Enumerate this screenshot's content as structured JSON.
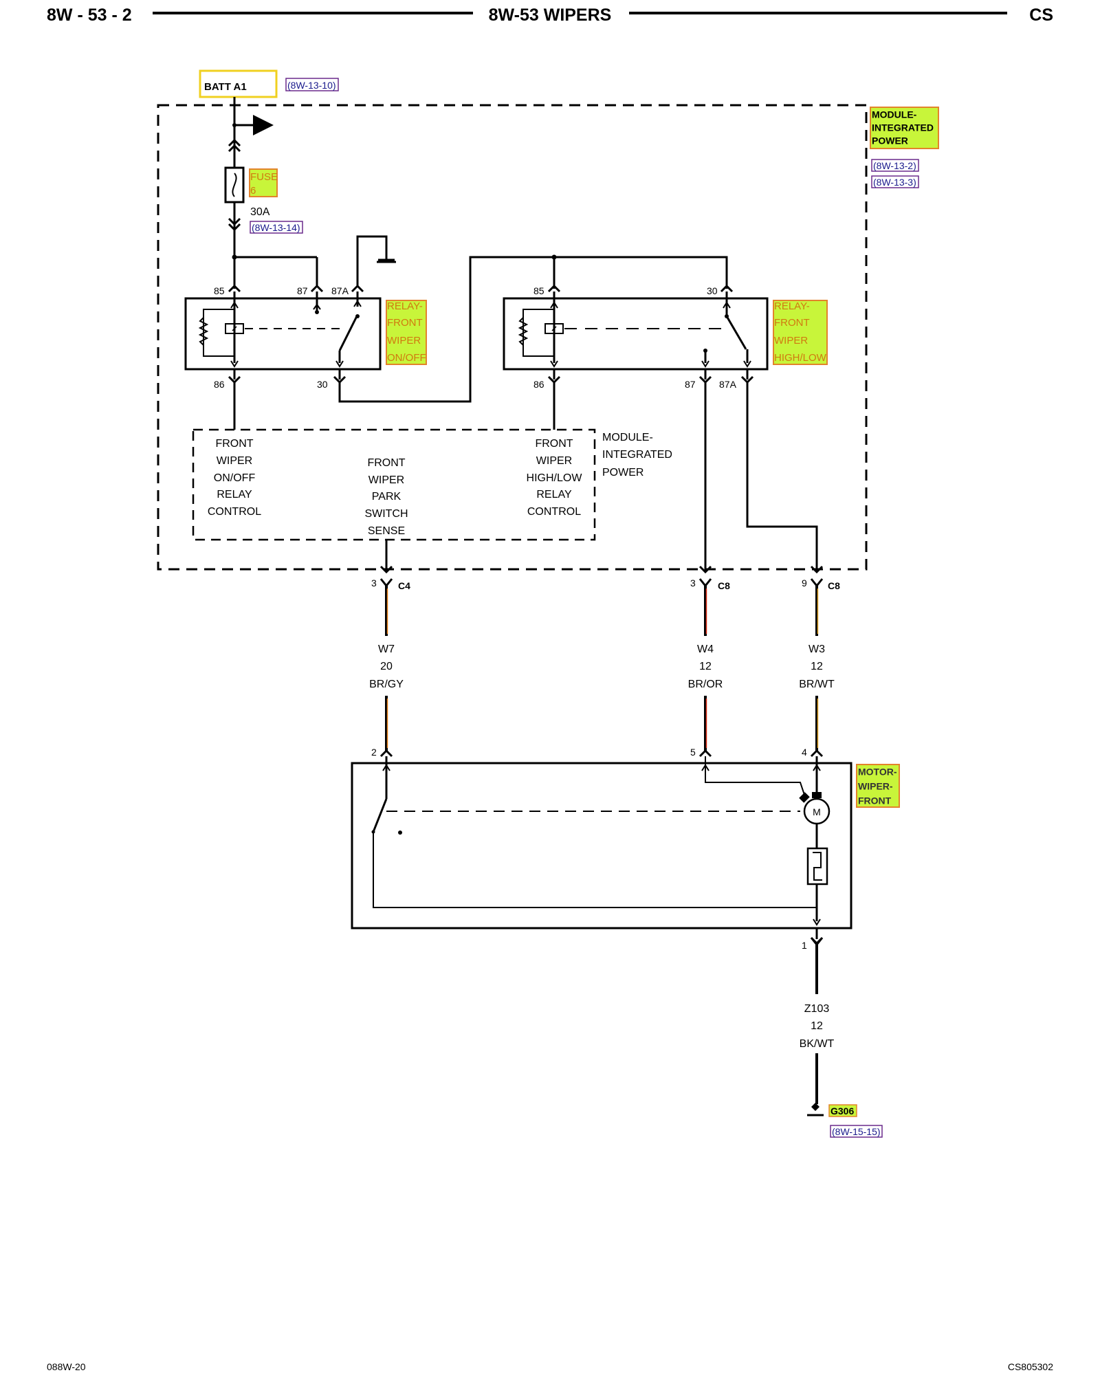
{
  "header": {
    "left": "8W - 53 - 2",
    "center": "8W-53 WIPERS",
    "right": "CS"
  },
  "footer": {
    "left": "088W-20",
    "right": "CS805302"
  },
  "batt": {
    "label": "BATT A1",
    "ref": "(8W-13-10)"
  },
  "module": {
    "name": [
      "MODULE-",
      "INTEGRATED",
      "POWER"
    ],
    "refs": [
      "(8W-13-2)",
      "(8W-13-3)"
    ]
  },
  "fuse": {
    "name": [
      "FUSE",
      "6"
    ],
    "rating": "30A",
    "ref": "(8W-13-14)"
  },
  "relay_onoff": {
    "name": [
      "RELAY-",
      "FRONT",
      "WIPER",
      "ON/OFF"
    ],
    "pins": {
      "p85": "85",
      "p87": "87",
      "p87a": "87A",
      "p86": "86",
      "p30": "30"
    }
  },
  "relay_highlow": {
    "name": [
      "RELAY-",
      "FRONT",
      "WIPER",
      "HIGH/LOW"
    ],
    "pins": {
      "p85": "85",
      "p30": "30",
      "p86": "86",
      "p87": "87",
      "p87a": "87A"
    }
  },
  "inner_module": {
    "onoff_control": [
      "FRONT",
      "WIPER",
      "ON/OFF",
      "RELAY",
      "CONTROL"
    ],
    "park_sense": [
      "FRONT",
      "WIPER",
      "PARK",
      "SWITCH",
      "SENSE"
    ],
    "highlow_control": [
      "FRONT",
      "WIPER",
      "HIGH/LOW",
      "RELAY",
      "CONTROL"
    ],
    "label": [
      "MODULE-",
      "INTEGRATED",
      "POWER"
    ]
  },
  "connectors": {
    "c4": {
      "pin": "3",
      "name": "C4"
    },
    "c8a": {
      "pin": "3",
      "name": "C8"
    },
    "c8b": {
      "pin": "9",
      "name": "C8"
    }
  },
  "wires": {
    "w7": [
      "W7",
      "20",
      "BR/GY"
    ],
    "w4": [
      "W4",
      "12",
      "BR/OR"
    ],
    "w3": [
      "W3",
      "12",
      "BR/WT"
    ],
    "z103": [
      "Z103",
      "12",
      "BK/WT"
    ]
  },
  "motor": {
    "name": [
      "MOTOR-",
      "WIPER-",
      "FRONT"
    ],
    "pins": {
      "p2": "2",
      "p5": "5",
      "p4": "4",
      "p1": "1"
    },
    "symbol": "M"
  },
  "ground": {
    "name": "G306",
    "ref": "(8W-15-15)"
  },
  "colors": {
    "highlight": "#c8f53a",
    "highlight_border": "#e3832b",
    "batt_border": "#f0d020",
    "ref": "#1a1a8c",
    "wire_orange": "#e07a10"
  }
}
